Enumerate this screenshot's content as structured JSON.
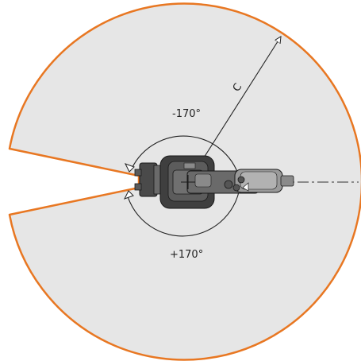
{
  "diagram": {
    "radius_label": "C",
    "neg_angle_label": "-170°",
    "pos_angle_label": "+170°",
    "colors": {
      "envelope_fill": "#e6e6e6",
      "envelope_stroke": "#e87722",
      "line": "#222222",
      "robot_dark": "#3f3f3f",
      "robot_mid": "#6a6a6a",
      "robot_light": "#9a9a9a"
    }
  }
}
